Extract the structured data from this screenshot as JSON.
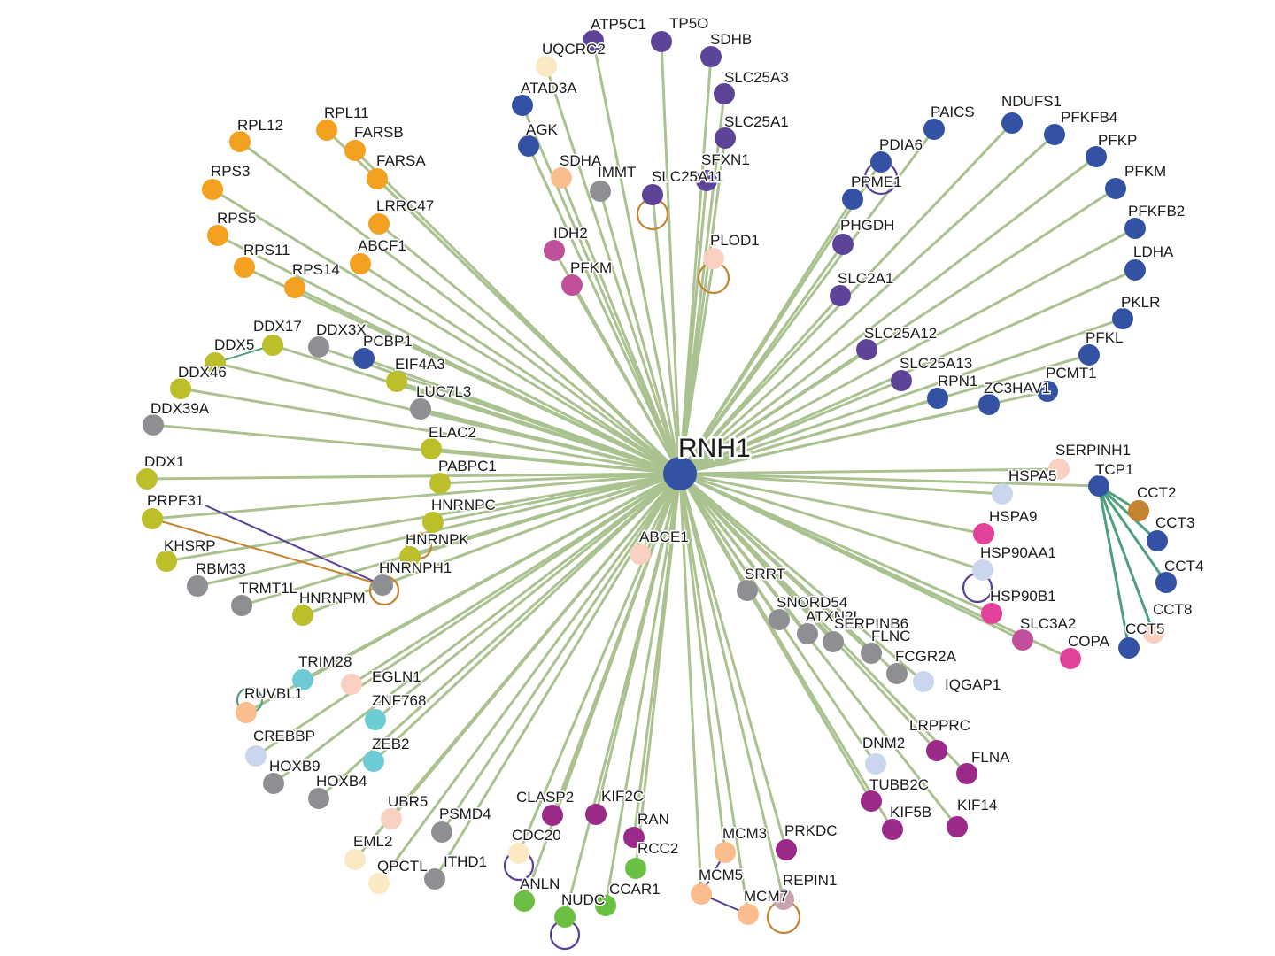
{
  "network": {
    "hub": "RNH1",
    "colors": {
      "orange": "#f4a020",
      "olive": "#bdbf2a",
      "gray": "#8e8f92",
      "darkblue": "#3452a4",
      "purple": "#5d4499",
      "peach": "#fcbd8e",
      "lightpeach": "#fad0c2",
      "cream": "#fbe9c4",
      "magenta": "#c1509b",
      "pink": "#e3429a",
      "teal": "#6ccbd4",
      "lightblue": "#c9d6ee",
      "violet": "#9b2a89",
      "green": "#6bbf42",
      "mauve": "#c7a3b0",
      "edge": "#a9c28f",
      "loop_brown": "#c3832f",
      "loop_purple": "#5a3f99",
      "teal_edge": "#4f9f7e"
    },
    "nodes": [
      {
        "label": "ATP5C1",
        "color": "purple"
      },
      {
        "label": "TP5O",
        "color": "purple"
      },
      {
        "label": "SDHB",
        "color": "purple"
      },
      {
        "label": "UQCRC2",
        "color": "cream"
      },
      {
        "label": "SLC25A3",
        "color": "purple"
      },
      {
        "label": "ATAD3A",
        "color": "darkblue"
      },
      {
        "label": "SLC25A1",
        "color": "purple"
      },
      {
        "label": "AGK",
        "color": "darkblue"
      },
      {
        "label": "SFXN1",
        "color": "purple"
      },
      {
        "label": "SDHA",
        "color": "peach"
      },
      {
        "label": "IMMT",
        "color": "gray"
      },
      {
        "label": "SLC25A11",
        "color": "purple"
      },
      {
        "label": "IDH2",
        "color": "magenta"
      },
      {
        "label": "PLOD1",
        "color": "lightpeach"
      },
      {
        "label": "PFKM",
        "color": "magenta"
      },
      {
        "label": "RPL12",
        "color": "orange"
      },
      {
        "label": "RPL11",
        "color": "orange"
      },
      {
        "label": "FARSB",
        "color": "orange"
      },
      {
        "label": "FARSA",
        "color": "orange"
      },
      {
        "label": "RPS3",
        "color": "orange"
      },
      {
        "label": "LRRC47",
        "color": "orange"
      },
      {
        "label": "RPS5",
        "color": "orange"
      },
      {
        "label": "ABCF1",
        "color": "orange"
      },
      {
        "label": "RPS11",
        "color": "orange"
      },
      {
        "label": "RPS14",
        "color": "orange"
      },
      {
        "label": "PAICS",
        "color": "darkblue"
      },
      {
        "label": "NDUFS1",
        "color": "darkblue"
      },
      {
        "label": "PFKFB4",
        "color": "darkblue"
      },
      {
        "label": "PDIA6",
        "color": "darkblue"
      },
      {
        "label": "PFKP",
        "color": "darkblue"
      },
      {
        "label": "PPME1",
        "color": "darkblue"
      },
      {
        "label": "PFKM",
        "color": "darkblue"
      },
      {
        "label": "PHGDH",
        "color": "purple"
      },
      {
        "label": "PFKFB2",
        "color": "darkblue"
      },
      {
        "label": "LDHA",
        "color": "darkblue"
      },
      {
        "label": "SLC2A1",
        "color": "purple"
      },
      {
        "label": "PKLR",
        "color": "darkblue"
      },
      {
        "label": "SLC25A12",
        "color": "purple"
      },
      {
        "label": "PFKL",
        "color": "darkblue"
      },
      {
        "label": "SLC25A13",
        "color": "purple"
      },
      {
        "label": "PCMT1",
        "color": "darkblue"
      },
      {
        "label": "RPN1",
        "color": "darkblue"
      },
      {
        "label": "ZC3HAV1",
        "color": "darkblue"
      },
      {
        "label": "DDX17",
        "color": "olive"
      },
      {
        "label": "DDX3X",
        "color": "gray"
      },
      {
        "label": "DDX5",
        "color": "olive"
      },
      {
        "label": "PCBP1",
        "color": "darkblue"
      },
      {
        "label": "EIF4A3",
        "color": "olive"
      },
      {
        "label": "DDX46",
        "color": "olive"
      },
      {
        "label": "LUC7L3",
        "color": "gray"
      },
      {
        "label": "DDX39A",
        "color": "gray"
      },
      {
        "label": "ELAC2",
        "color": "olive"
      },
      {
        "label": "PABPC1",
        "color": "olive"
      },
      {
        "label": "DDX1",
        "color": "olive"
      },
      {
        "label": "PRPF31",
        "color": "olive"
      },
      {
        "label": "HNRNPC",
        "color": "olive"
      },
      {
        "label": "HNRNPK",
        "color": "olive"
      },
      {
        "label": "KHSRP",
        "color": "olive"
      },
      {
        "label": "RBM33",
        "color": "gray"
      },
      {
        "label": "HNRNPH1",
        "color": "gray"
      },
      {
        "label": "TRMT1L",
        "color": "gray"
      },
      {
        "label": "HNRNPM",
        "color": "olive"
      },
      {
        "label": "ABCE1",
        "color": "lightpeach"
      },
      {
        "label": "SERPINH1",
        "color": "lightpeach"
      },
      {
        "label": "HSPA5",
        "color": "lightblue"
      },
      {
        "label": "TCP1",
        "color": "darkblue"
      },
      {
        "label": "CCT2",
        "color": "loop_brown"
      },
      {
        "label": "CCT3",
        "color": "darkblue"
      },
      {
        "label": "HSPA9",
        "color": "pink"
      },
      {
        "label": "HSP90AA1",
        "color": "lightblue"
      },
      {
        "label": "CCT4",
        "color": "darkblue"
      },
      {
        "label": "HSP90B1",
        "color": "pink"
      },
      {
        "label": "CCT8",
        "color": "lightpeach"
      },
      {
        "label": "SLC3A2",
        "color": "magenta"
      },
      {
        "label": "CCT5",
        "color": "darkblue"
      },
      {
        "label": "COPA",
        "color": "pink"
      },
      {
        "label": "SRRT",
        "color": "gray"
      },
      {
        "label": "SNORD54",
        "color": "gray"
      },
      {
        "label": "ATXN2L",
        "color": "gray"
      },
      {
        "label": "SERPINB6",
        "color": "gray"
      },
      {
        "label": "FLNC",
        "color": "gray"
      },
      {
        "label": "FCGR2A",
        "color": "gray"
      },
      {
        "label": "IQGAP1",
        "color": "lightblue"
      },
      {
        "label": "LRPPRC",
        "color": "violet"
      },
      {
        "label": "DNM2",
        "color": "lightblue"
      },
      {
        "label": "FLNA",
        "color": "violet"
      },
      {
        "label": "TUBB2C",
        "color": "violet"
      },
      {
        "label": "KIF5B",
        "color": "violet"
      },
      {
        "label": "KIF14",
        "color": "violet"
      },
      {
        "label": "TRIM28",
        "color": "teal"
      },
      {
        "label": "EGLN1",
        "color": "lightpeach"
      },
      {
        "label": "RUVBL1",
        "color": "peach"
      },
      {
        "label": "ZNF768",
        "color": "teal"
      },
      {
        "label": "CREBBP",
        "color": "lightblue"
      },
      {
        "label": "ZEB2",
        "color": "teal"
      },
      {
        "label": "HOXB9",
        "color": "gray"
      },
      {
        "label": "HOXB4",
        "color": "gray"
      },
      {
        "label": "UBR5",
        "color": "lightpeach"
      },
      {
        "label": "PSMD4",
        "color": "gray"
      },
      {
        "label": "EML2",
        "color": "cream"
      },
      {
        "label": "QPCTL",
        "color": "cream"
      },
      {
        "label": "ITHD1",
        "color": "gray"
      },
      {
        "label": "CLASP2",
        "color": "violet"
      },
      {
        "label": "KIF2C",
        "color": "violet"
      },
      {
        "label": "RAN",
        "color": "violet"
      },
      {
        "label": "CDC20",
        "color": "cream"
      },
      {
        "label": "RCC2",
        "color": "green"
      },
      {
        "label": "ANLN",
        "color": "green"
      },
      {
        "label": "NUDC",
        "color": "green"
      },
      {
        "label": "CCAR1",
        "color": "green"
      },
      {
        "label": "MCM3",
        "color": "peach"
      },
      {
        "label": "PRKDC",
        "color": "violet"
      },
      {
        "label": "MCM5",
        "color": "peach"
      },
      {
        "label": "MCM7",
        "color": "peach"
      },
      {
        "label": "REPIN1",
        "color": "mauve"
      }
    ]
  }
}
